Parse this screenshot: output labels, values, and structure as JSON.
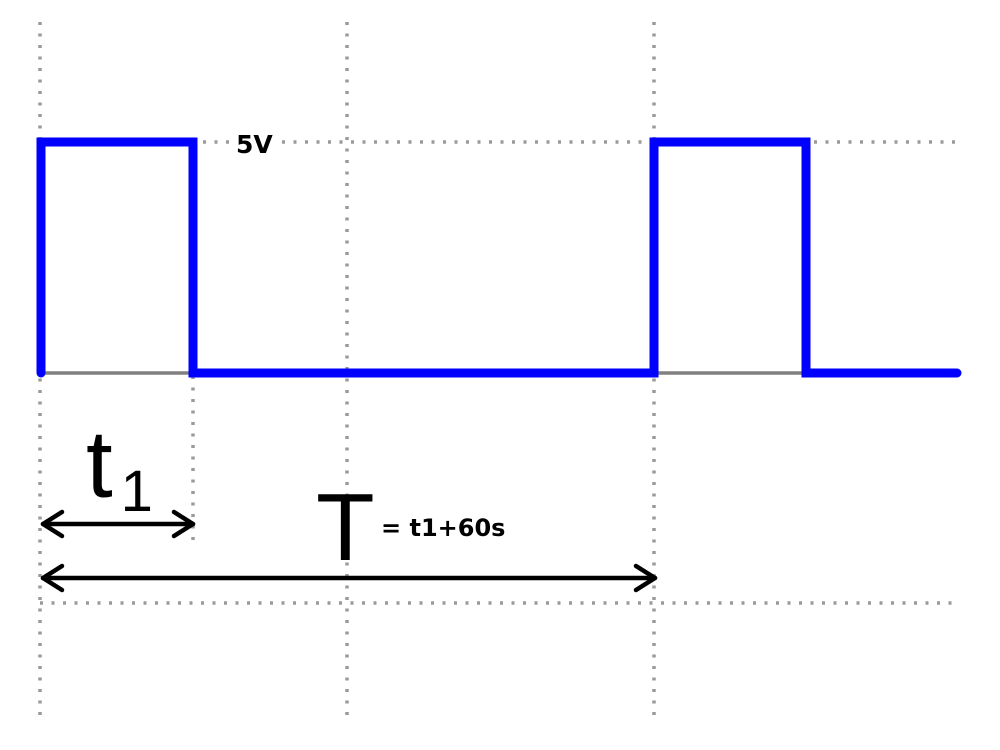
{
  "labels": {
    "voltage": "5V",
    "t_symbol": "t",
    "t_subscript": "1",
    "period_symbol": "T",
    "period_formula": "= t1+60s"
  }
}
